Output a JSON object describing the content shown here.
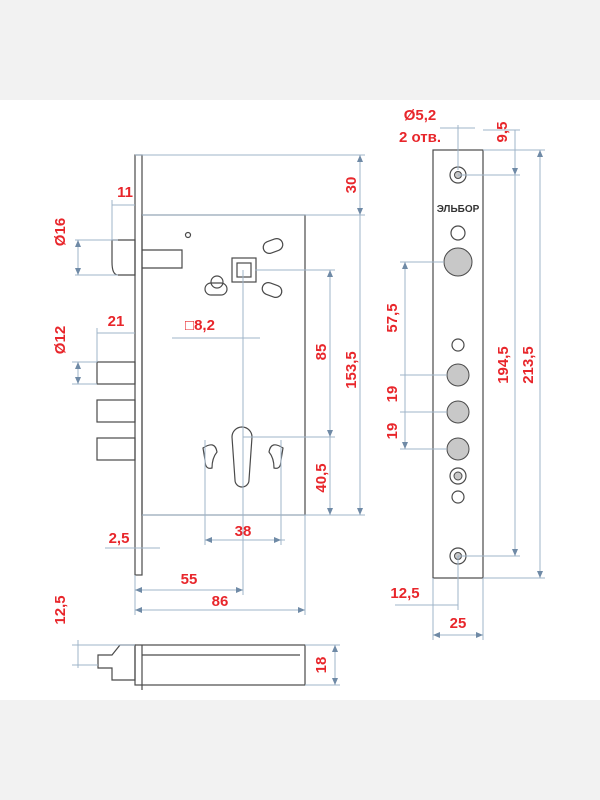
{
  "brand": "ЭЛЬБОР",
  "colors": {
    "dimension_text": "#e8262b",
    "dimension_line": "#9fb4c8",
    "outline": "#4a4a4a",
    "hole_fill": "#c8c8c8"
  },
  "dims": {
    "d16": "Ø16",
    "d11": "11",
    "d12": "Ø12",
    "d21": "21",
    "sq82": "□8,2",
    "d85": "85",
    "d1535": "153,5",
    "d405": "40,5",
    "d30": "30",
    "d25left": "2,5",
    "d38": "38",
    "d55": "55",
    "d86": "86",
    "d125bottom": "12,5",
    "d18": "18",
    "d52": "Ø5,2",
    "holes2": "2 отв.",
    "d95": "9,5",
    "d575": "57,5",
    "d19a": "19",
    "d19b": "19",
    "d1945": "194,5",
    "d2135": "213,5",
    "d125plate": "12,5",
    "d25plate": "25"
  }
}
